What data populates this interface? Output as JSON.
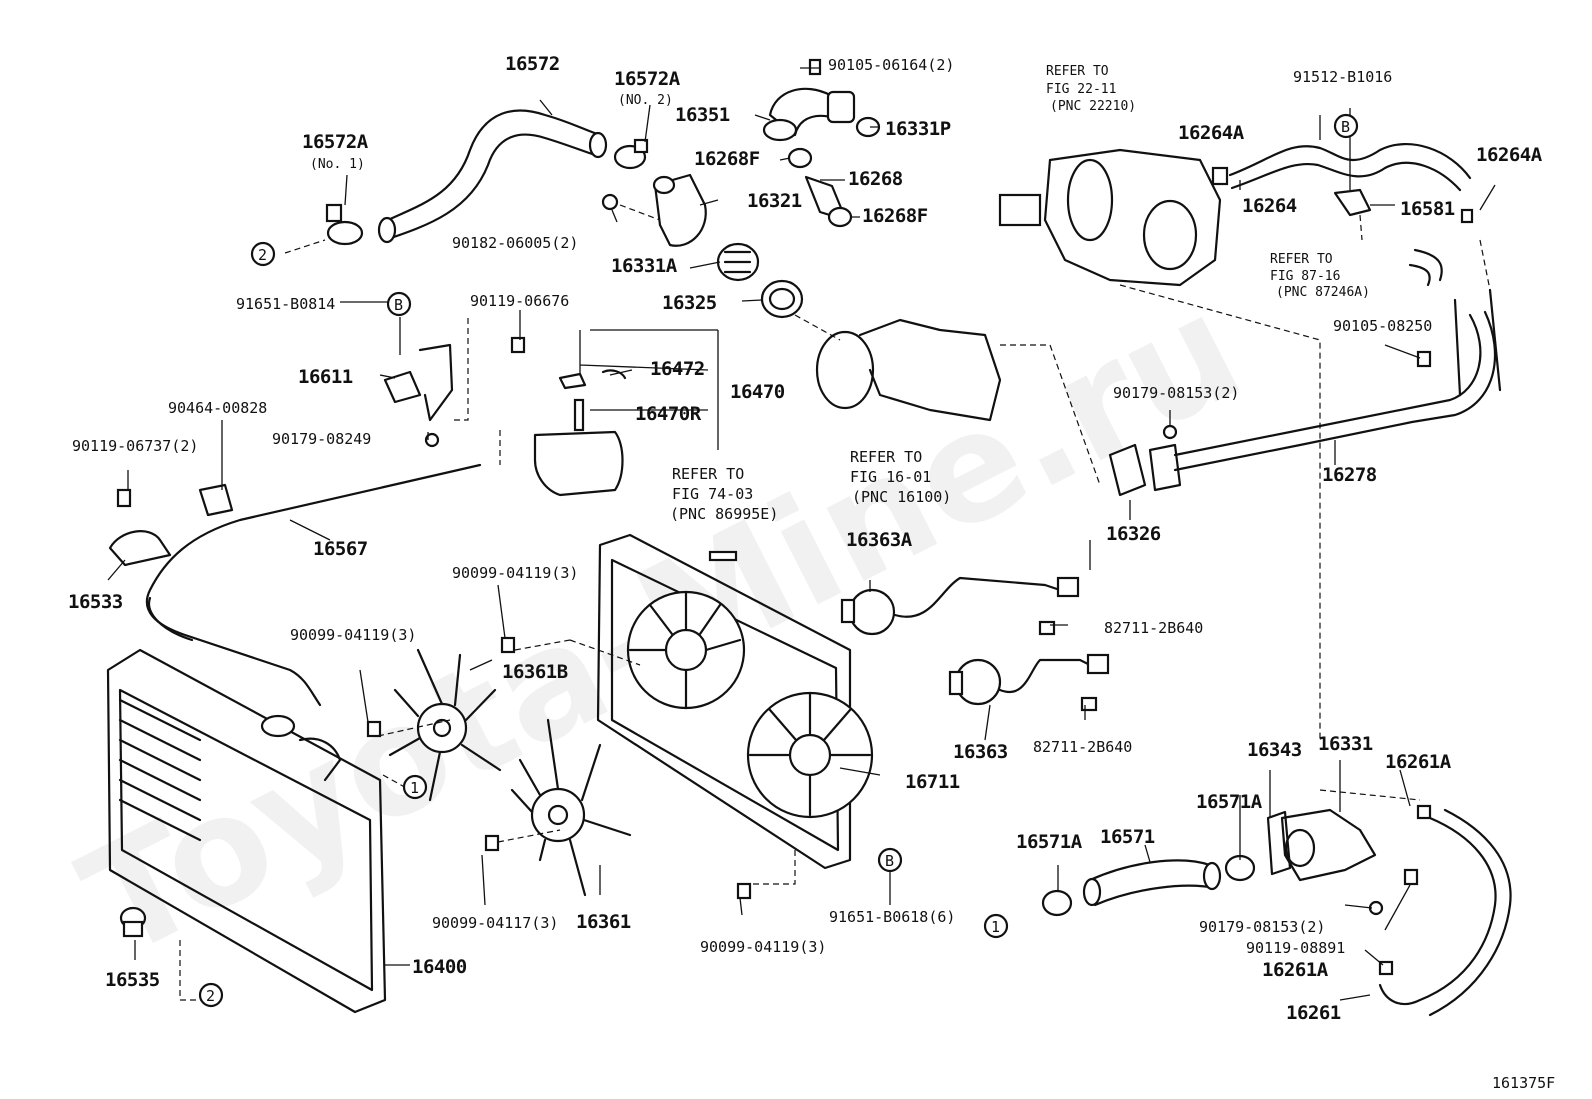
{
  "watermark": "Toyota-Mine.ru",
  "figure_id": "161375F",
  "labels": {
    "p16572": "16572",
    "p16572A_no2": "16572A",
    "p16572A_no2_sub": "(NO. 2)",
    "p16572A_no1": "16572A",
    "p16572A_no1_sub": "(No. 1)",
    "p90105_06164": "90105-06164(2)",
    "p16351": "16351",
    "p16331P": "16331P",
    "p16268F_a": "16268F",
    "p16268": "16268",
    "p16268F_b": "16268F",
    "p16321": "16321",
    "p90182_06005": "90182-06005(2)",
    "p16331A": "16331A",
    "p16325": "16325",
    "p91651_B0814": "91651-B0814",
    "p90119_06676": "90119-06676",
    "p16611": "16611",
    "p90179_08249": "90179-08249",
    "p90464_00828": "90464-00828",
    "p90119_06737": "90119-06737(2)",
    "p16472": "16472",
    "p16470": "16470",
    "p16470R": "16470R",
    "p16533": "16533",
    "p16567": "16567",
    "ref_74_03_a": "REFER TO",
    "ref_74_03_b": "FIG 74-03",
    "ref_74_03_c": "(PNC 86995E)",
    "ref_16_01_a": "REFER TO",
    "ref_16_01_b": "FIG 16-01",
    "ref_16_01_c": "(PNC 16100)",
    "ref_22_11_a": "REFER TO",
    "ref_22_11_b": "FIG 22-11",
    "ref_22_11_c": "(PNC 22210)",
    "ref_87_16_a": "REFER TO",
    "ref_87_16_b": "FIG 87-16",
    "ref_87_16_c": "(PNC 87246A)",
    "p91512_B1016": "91512-B1016",
    "p16264A_a": "16264A",
    "p16264A_b": "16264A",
    "p16264": "16264",
    "p16581": "16581",
    "p90105_08250": "90105-08250",
    "p90179_08153_a": "90179-08153(2)",
    "p16278": "16278",
    "p16326": "16326",
    "p16363A": "16363A",
    "p82711_a": "82711-2B640",
    "p82711_b": "82711-2B640",
    "p16363": "16363",
    "p90099_04119_a": "90099-04119(3)",
    "p90099_04119_b": "90099-04119(3)",
    "p90099_04119_c": "90099-04119(3)",
    "p16361B": "16361B",
    "p16711": "16711",
    "p16361": "16361",
    "p90099_04117": "90099-04117(3)",
    "p91651_B0618": "91651-B0618(6)",
    "p16400": "16400",
    "p16535": "16535",
    "p16343": "16343",
    "p16331": "16331",
    "p16261A_a": "16261A",
    "p16261A_b": "16261A",
    "p16571A_a": "16571A",
    "p16571A_b": "16571A",
    "p16571": "16571",
    "p90179_08153_b": "90179-08153(2)",
    "p90119_08891": "90119-08891",
    "p16261": "16261"
  },
  "markers": {
    "one": "1",
    "two": "2",
    "b": "B"
  }
}
